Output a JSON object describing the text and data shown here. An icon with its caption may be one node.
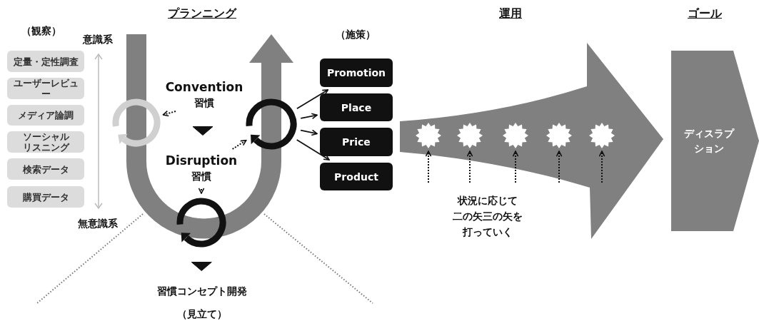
{
  "diagram": {
    "nodes": [
      {
        "text": [
          "定量・定性調査"
        ]
      },
      {
        "text": [
          "ユーザーレビュー"
        ]
      },
      {
        "text": [
          "メディア論調"
        ]
      },
      {
        "text": [
          "ソーシャルリスニング"
        ]
      },
      {
        "text": [
          "検索データ"
        ]
      },
      {
        "text": [
          "購買データ"
        ]
      },
      {
        "text": [
          "Convention",
          "習慣"
        ]
      },
      {
        "text": [],
        "shape": "circle"
      },
      {
        "text": [
          "Disruption",
          "習慣"
        ]
      },
      {
        "text": [],
        "shape": "circle"
      },
      {
        "text": [],
        "shape": "circle"
      },
      {
        "text": [
          "Promotion"
        ]
      },
      {
        "text": [
          "Place"
        ]
      },
      {
        "text": [
          "Price"
        ]
      },
      {
        "text": [
          "Product"
        ]
      },
      {
        "text": [],
        "shape": "star"
      },
      {
        "text": [],
        "shape": "star"
      },
      {
        "text": [],
        "shape": "star"
      },
      {
        "text": [],
        "shape": "star"
      },
      {
        "text": [],
        "shape": "star"
      },
      {
        "text": [
          "ディスラプション"
        ]
      },
      {
        "text": [
          "習慣コンセプト開発",
          "（見立て）"
        ]
      }
    ],
    "edges": [
      {
        "from": 6,
        "to": 7,
        "arrow": "to",
        "style": "dashed"
      },
      {
        "from": 6,
        "to": 8,
        "arrow": "to"
      },
      {
        "from": 8,
        "to": 9,
        "arrow": "to",
        "style": "dashed"
      },
      {
        "from": 8,
        "to": 10,
        "arrow": "to",
        "style": "dashed"
      },
      {
        "from": 10,
        "to": 21,
        "arrow": "to"
      },
      {
        "from": 9,
        "to": 11,
        "arrow": "to"
      },
      {
        "from": 9,
        "to": 12,
        "arrow": "to"
      },
      {
        "from": 9,
        "to": 13,
        "arrow": "to"
      },
      {
        "from": 9,
        "to": 14,
        "arrow": "to"
      },
      {
        "from": null,
        "to": 15,
        "arrow": "to",
        "style": "dashed"
      },
      {
        "from": null,
        "to": 16,
        "arrow": "to",
        "style": "dashed"
      },
      {
        "from": null,
        "to": 17,
        "arrow": "to",
        "style": "dashed"
      },
      {
        "from": null,
        "to": 18,
        "arrow": "to",
        "style": "dashed"
      },
      {
        "from": null,
        "to": 19,
        "arrow": "to",
        "style": "dashed"
      }
    ],
    "labels": [
      "プランニング",
      "（観察）",
      "意識系",
      "無意識系",
      "（施策）",
      "運用",
      "状況に応じて二の矢三の矢を打っていく",
      "ゴール"
    ]
  }
}
